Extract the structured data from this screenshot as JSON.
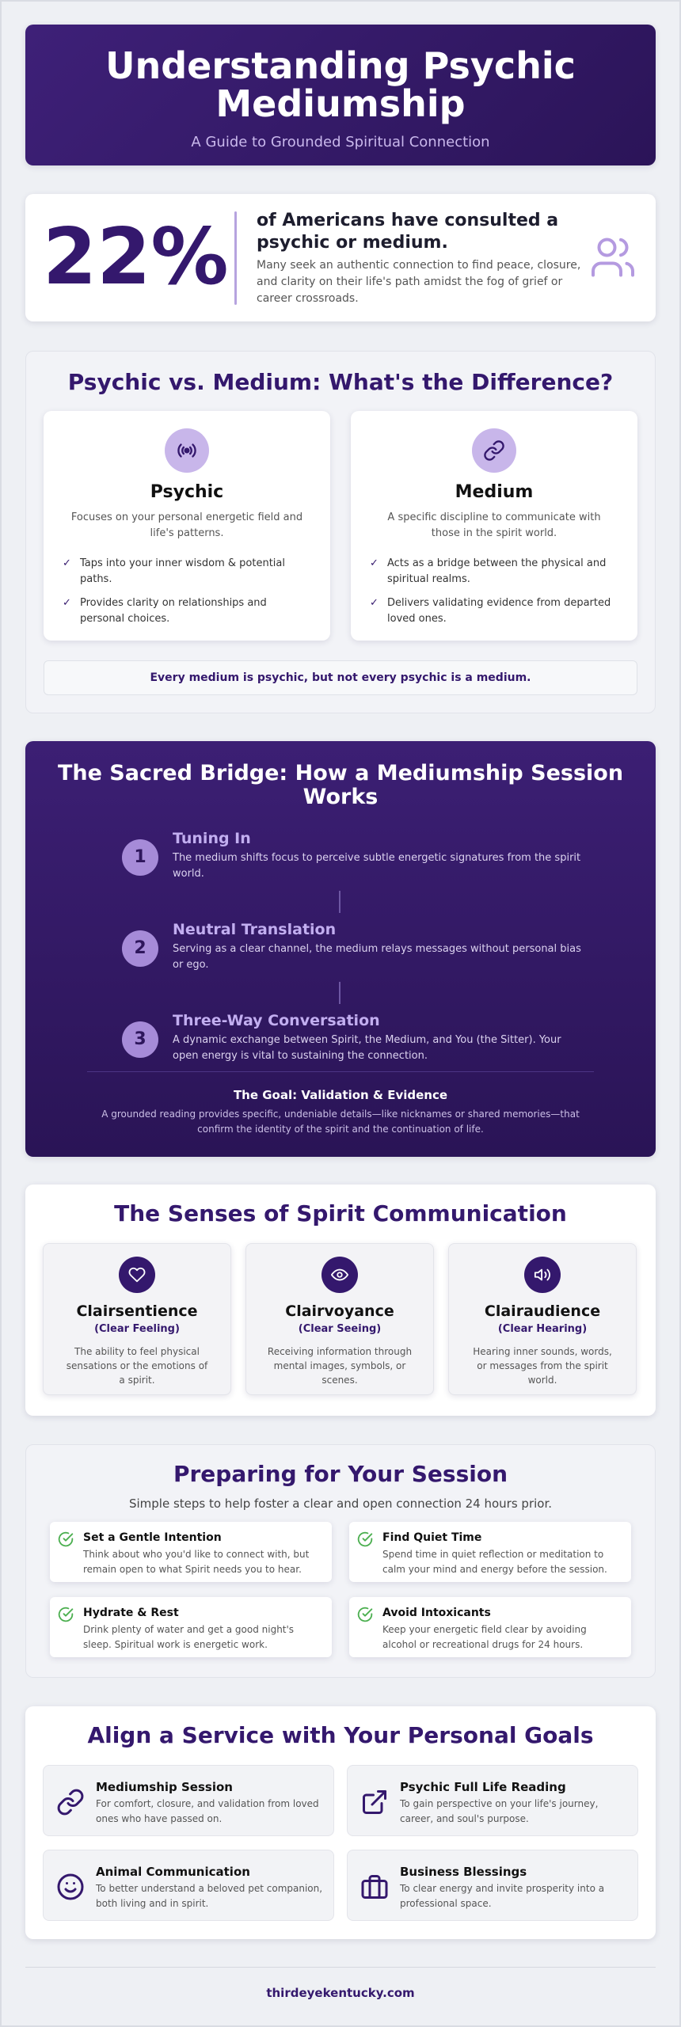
{
  "header": {
    "title": "Understanding Psychic Mediumship",
    "subtitle": "A Guide to Grounded Spiritual Connection"
  },
  "stat": {
    "value": "22%",
    "headline": "of Americans have consulted a psychic or medium.",
    "description": "Many seek an authentic connection to find peace, closure, and clarity on their life's path amidst the fog of grief or career crossroads.",
    "icon": "people-icon"
  },
  "comparison": {
    "title": "Psychic vs. Medium: What's the Difference?",
    "psychic": {
      "icon": "signal-icon",
      "name": "Psychic",
      "description": "Focuses on your personal energetic field and life's patterns.",
      "points": [
        "Taps into your inner wisdom & potential paths.",
        "Provides clarity on relationships and personal choices."
      ]
    },
    "medium": {
      "icon": "link-icon",
      "name": "Medium",
      "description": "A specific discipline to communicate with those in the spirit world.",
      "points": [
        "Acts as a bridge between the physical and spiritual realms.",
        "Delivers validating evidence from departed loved ones."
      ]
    },
    "note": "Every medium is psychic, but not every psychic is a medium."
  },
  "bridge": {
    "title": "The Sacred Bridge: How a Mediumship Session Works",
    "steps": [
      {
        "num": "1",
        "title": "Tuning In",
        "desc": "The medium shifts focus to perceive subtle energetic signatures from the spirit world."
      },
      {
        "num": "2",
        "title": "Neutral Translation",
        "desc": "Serving as a clear channel, the medium relays messages without personal bias or ego."
      },
      {
        "num": "3",
        "title": "Three-Way Conversation",
        "desc": "A dynamic exchange between Spirit, the Medium, and You (the Sitter). Your open energy is vital to sustaining the connection."
      }
    ],
    "goal_title": "The Goal: Validation & Evidence",
    "goal_desc": "A grounded reading provides specific, undeniable details—like nicknames or shared memories—that confirm the identity of the spirit and the continuation of life."
  },
  "senses": {
    "title": "The Senses of Spirit Communication",
    "items": [
      {
        "icon": "heart-icon",
        "name": "Clairsentience",
        "sub": "(Clear Feeling)",
        "desc": "The ability to feel physical sensations or the emotions of a spirit."
      },
      {
        "icon": "eye-icon",
        "name": "Clairvoyance",
        "sub": "(Clear Seeing)",
        "desc": "Receiving information through mental images, symbols, or scenes."
      },
      {
        "icon": "speaker-icon",
        "name": "Clairaudience",
        "sub": "(Clear Hearing)",
        "desc": "Hearing inner sounds, words, or messages from the spirit world."
      }
    ]
  },
  "prepare": {
    "title": "Preparing for Your Session",
    "lead": "Simple steps to help foster a clear and open connection 24 hours prior.",
    "tips": [
      {
        "title": "Set a Gentle Intention",
        "desc": "Think about who you'd like to connect with, but remain open to what Spirit needs you to hear."
      },
      {
        "title": "Find Quiet Time",
        "desc": "Spend time in quiet reflection or meditation to calm your mind and energy before the session."
      },
      {
        "title": "Hydrate & Rest",
        "desc": "Drink plenty of water and get a good night's sleep. Spiritual work is energetic work."
      },
      {
        "title": "Avoid Intoxicants",
        "desc": "Keep your energetic field clear by avoiding alcohol or recreational drugs for 24 hours."
      }
    ]
  },
  "services": {
    "title": "Align a Service with Your Personal Goals",
    "items": [
      {
        "icon": "link-icon",
        "name": "Mediumship Session",
        "desc": "For comfort, closure, and validation from loved ones who have passed on."
      },
      {
        "icon": "external-arrow-icon",
        "name": "Psychic Full Life Reading",
        "desc": "To gain perspective on your life's journey, career, and soul's purpose."
      },
      {
        "icon": "smiley-icon",
        "name": "Animal Communication",
        "desc": "To better understand a beloved pet companion, both living and in spirit."
      },
      {
        "icon": "briefcase-icon",
        "name": "Business Blessings",
        "desc": "To clear energy and invite prosperity into a professional space."
      }
    ]
  },
  "footer": {
    "site": "thirdeyekentucky.com"
  },
  "colors": {
    "primary": "#34186d",
    "accent": "#a68bd8",
    "check_green": "#4caf50",
    "background": "#eef0f4"
  }
}
